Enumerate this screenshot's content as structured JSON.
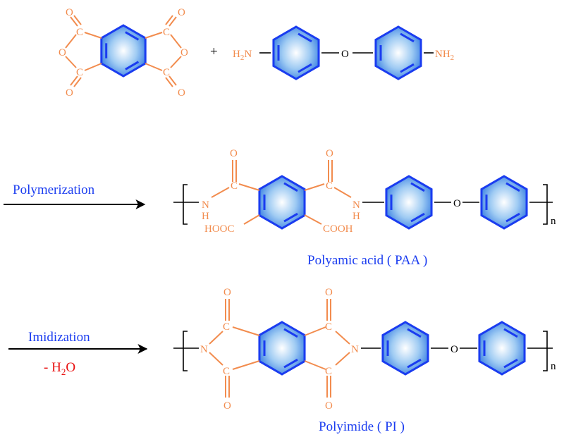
{
  "colors": {
    "orange": "#F28C4E",
    "blue": "#1A3CF0",
    "ring_center": "#FFFFFF",
    "ring_mid": "#9FCBF3",
    "ring_edge": "#3F84E3",
    "black": "#000000",
    "red": "#E81010"
  },
  "reactants": {
    "plus": "+",
    "oxygen": "O",
    "carbon": "C",
    "amine": "H",
    "amine_sub": "2",
    "amine_n": "N",
    "amine_right": "NH",
    "amine_right_sub": "2"
  },
  "step1": {
    "label": "Polymerization",
    "product_name": "Polyamic acid ( PAA )",
    "nh_n": "N",
    "nh_h": "H",
    "acid_left": "HOOC",
    "acid_right": "COOH",
    "repeat": "n"
  },
  "step2": {
    "label": "Imidization",
    "byproduct_prefix": "- H",
    "byproduct_sub": "2",
    "byproduct_suffix": "O",
    "product_name": "Polyimide ( PI )",
    "imide_n": "N",
    "repeat": "n"
  }
}
